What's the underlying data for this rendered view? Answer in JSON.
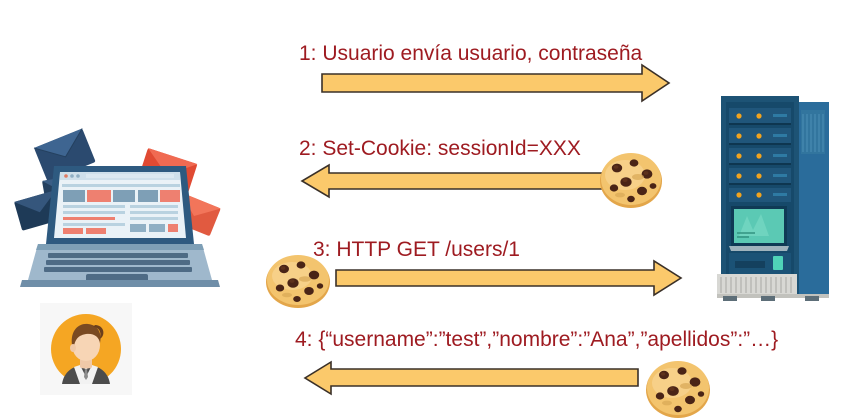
{
  "diagram": {
    "title": "HTTP session cookie sequence diagram",
    "colors": {
      "label_text": "#9E1B21",
      "arrow_fill": "#FBC96B",
      "arrow_stroke": "#3A3028",
      "cookie_dough": "#F2C069",
      "cookie_chip": "#4A2416",
      "server_body": "#1F5C87",
      "avatar_bg": "#F5A623",
      "canvas": "#FFFFFF"
    },
    "actors": [
      {
        "id": "client",
        "name": "client-laptop",
        "description": "Laptop with envelopes flying out",
        "side": "left"
      },
      {
        "id": "user",
        "name": "user-avatar",
        "description": "Avatar of a woman in a grey suit on an orange circle",
        "side": "left"
      },
      {
        "id": "server",
        "name": "server-rack",
        "description": "Blue server rack with status LEDs and monitor",
        "side": "right"
      }
    ],
    "messages": [
      {
        "number": "1",
        "label": "1: Usuario envía usuario, contraseña",
        "direction": "right",
        "cookie": "none",
        "cookie_side": ""
      },
      {
        "number": "2",
        "label": "2: Set-Cookie: sessionId=XXX",
        "direction": "left",
        "cookie": "cookie-icon",
        "cookie_side": "right"
      },
      {
        "number": "3",
        "label": "3: HTTP GET /users/1",
        "direction": "right",
        "cookie": "cookie-icon",
        "cookie_side": "left"
      },
      {
        "number": "4",
        "label": "4: {“username”:”test”,”nombre”:”Ana”,”apellidos”:”…}",
        "direction": "left",
        "cookie": "cookie-icon",
        "cookie_side": "right"
      }
    ]
  }
}
